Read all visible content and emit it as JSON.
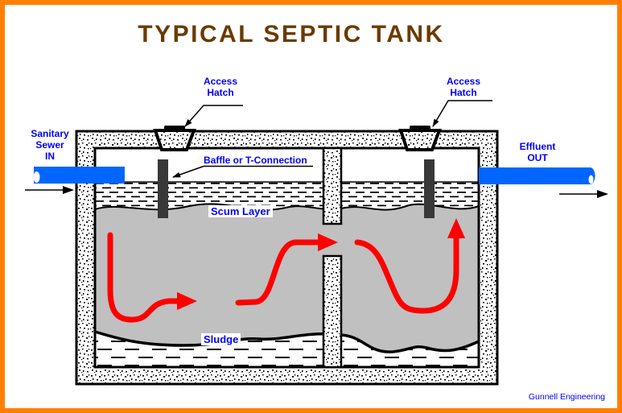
{
  "title": "TYPICAL SEPTIC TANK",
  "credit": "Gunnell Engineering",
  "labels": {
    "inlet": {
      "line1": "Sanitary",
      "line2": "Sewer",
      "line3": "IN"
    },
    "outlet": {
      "line1": "Effluent",
      "line2": "OUT"
    },
    "hatch_left": {
      "line1": "Access",
      "line2": "Hatch"
    },
    "hatch_right": {
      "line1": "Access",
      "line2": "Hatch"
    },
    "baffle": "Baffle or T-Connection",
    "scum": "Scum Layer",
    "sludge": "Sludge"
  },
  "colors": {
    "border": "#FF8000",
    "title": "#6B3A00",
    "label": "#0000FF",
    "pipe": "#0066FF",
    "liquid": "#C0C0C0",
    "flow": "#FF0000",
    "baffle": "#383838",
    "ink": "#000000"
  }
}
